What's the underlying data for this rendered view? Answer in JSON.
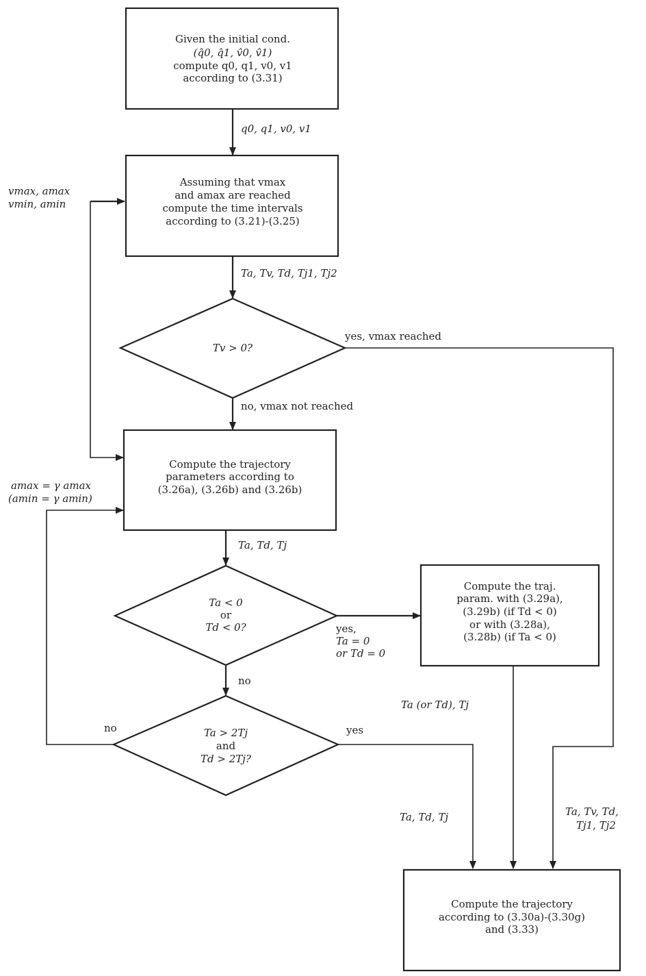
{
  "boxes": {
    "initial": {
      "line1": "Given the initial cond.",
      "line2": "(q̂0, q̂1, v̂0, v̂1)",
      "line3": "compute q0, q1, v0, v1",
      "line4": "according to (3.31)"
    },
    "assume": {
      "line1": "Assuming that vmax",
      "line2": "and amax are reached",
      "line3": "compute the time intervals",
      "line4": "according to (3.21)-(3.25)"
    },
    "params": {
      "line1": "Compute the trajectory",
      "line2": "parameters according to",
      "line3": "(3.26a), (3.26b) and (3.26b)"
    },
    "traj_param": {
      "line1": "Compute the traj.",
      "line2": "param. with (3.29a),",
      "line3": "(3.29b) (if Td < 0)",
      "line4": "or with (3.28a),",
      "line5": "(3.28b) (if Ta < 0)"
    },
    "final": {
      "line1": "Compute the trajectory",
      "line2": "according to (3.30a)-(3.30g)",
      "line3": "and (3.33)"
    }
  },
  "decisions": {
    "tv": {
      "line1": "Tv > 0?"
    },
    "ta_td_neg": {
      "line1": "Ta < 0",
      "line2": "or",
      "line3": "Td < 0?"
    },
    "ta_td_2tj": {
      "line1": "Ta > 2Tj",
      "line2": "and",
      "line3": "Td > 2Tj?"
    }
  },
  "labels": {
    "q_out": "q0, q1, v0, v1",
    "inputs_line1": "vmax, amax",
    "inputs_line2": "vmin, amin",
    "times_out": "Ta, Tv, Td, Tj1, Tj2",
    "tv_yes": "yes, vmax reached",
    "tv_no": "no, vmax not reached",
    "gamma_line1": "amax = γ amax",
    "gamma_line2": "(amin = γ amin)",
    "params_out": "Ta, Td, Tj",
    "neg_yes_line1": "yes,",
    "neg_yes_line2": "Ta = 0",
    "neg_yes_line3": "or Td = 0",
    "neg_no": "no",
    "traj_out": "Ta (or Td), Tj",
    "tj_no": "no",
    "tj_yes": "yes",
    "yes_out": "Ta, Td, Tj",
    "right_in_line1": "Ta, Tv, Td,",
    "right_in_line2": "Tj1, Tj2"
  }
}
